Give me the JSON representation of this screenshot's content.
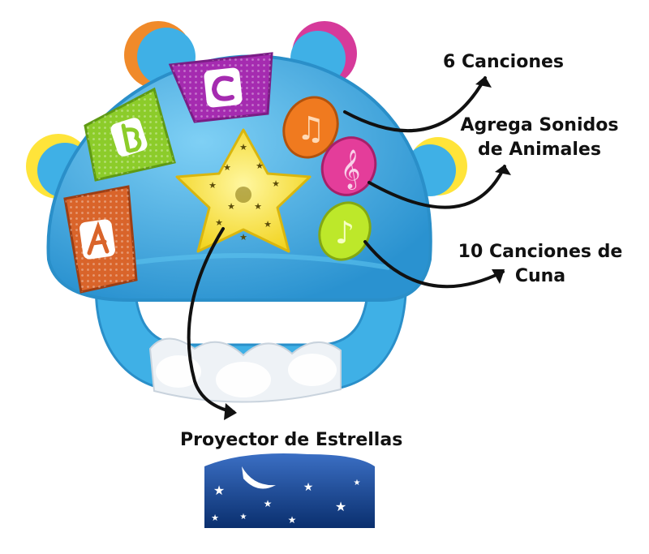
{
  "colors": {
    "toy_blue": "#3fb0e6",
    "toy_blue_dark": "#2a8fc9",
    "key_purple": "#a52bb0",
    "key_green": "#8ccc2a",
    "key_orange": "#e0642a",
    "button_orange": "#f07a1f",
    "button_pink": "#e43d9a",
    "button_lime": "#bde82a",
    "star_yellow": "#f6e33a",
    "handle_white": "#eef2f6",
    "projection_navy": "#0c3f85",
    "arrow_black": "#111111"
  },
  "icons": [
    "letter-a-icon",
    "letter-b-icon",
    "letter-c-icon",
    "music-note-icon",
    "treble-clef-icon",
    "music-note-icon",
    "star-icon",
    "moon-icon"
  ],
  "callouts": {
    "six_songs": "6 Canciones",
    "animal_sounds_line1": "Agrega Sonidos",
    "animal_sounds_line2": "de Animales",
    "lullabies_line1": "10 Canciones de",
    "lullabies_line2": "Cuna",
    "projector": "Proyector de Estrellas"
  }
}
